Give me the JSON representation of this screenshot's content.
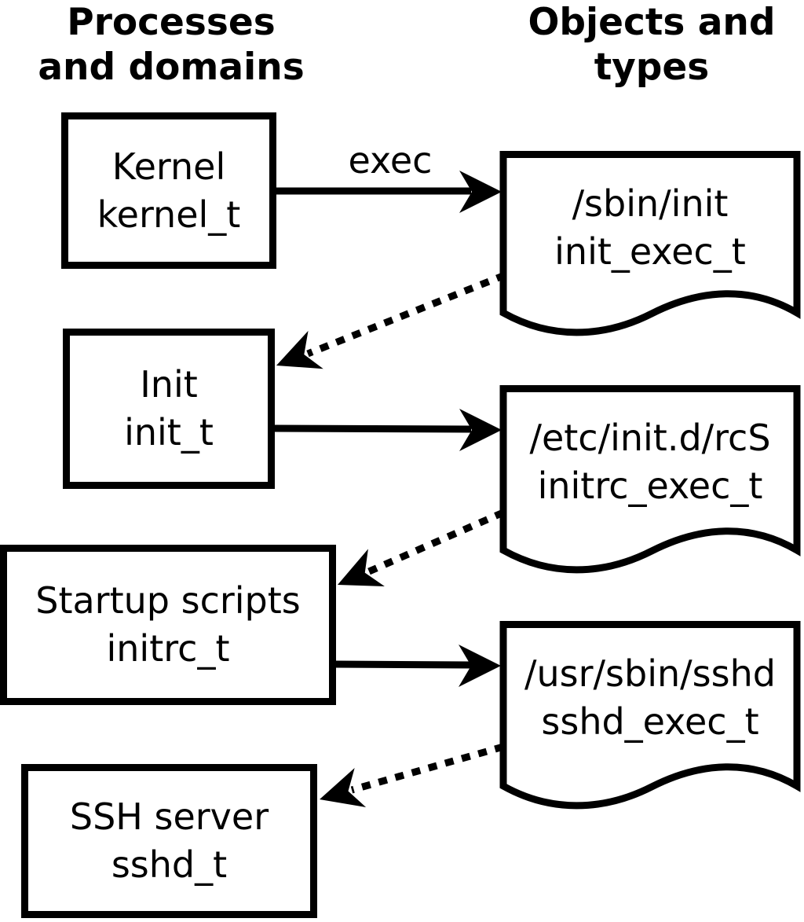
{
  "headers": {
    "processes": {
      "line1": "Processes",
      "line2": "and domains"
    },
    "objects": {
      "line1": "Objects and",
      "line2": "types"
    }
  },
  "edge_labels": {
    "exec": "exec"
  },
  "process_nodes": [
    {
      "name": "Kernel",
      "type": "kernel_t"
    },
    {
      "name": "Init",
      "type": "init_t"
    },
    {
      "name": "Startup scripts",
      "type": "initrc_t"
    },
    {
      "name": "SSH server",
      "type": "sshd_t"
    }
  ],
  "object_nodes": [
    {
      "path": "/sbin/init",
      "type": "init_exec_t"
    },
    {
      "path": "/etc/init.d/rcS",
      "type": "initrc_exec_t"
    },
    {
      "path": "/usr/sbin/sshd",
      "type": "sshd_exec_t"
    }
  ],
  "edges": [
    {
      "from": "Kernel (kernel_t)",
      "to": "/sbin/init (init_exec_t)",
      "style": "solid",
      "label": "exec"
    },
    {
      "from": "/sbin/init (init_exec_t)",
      "to": "Init (init_t)",
      "style": "dotted",
      "label": ""
    },
    {
      "from": "Init (init_t)",
      "to": "/etc/init.d/rcS (initrc_exec_t)",
      "style": "solid",
      "label": ""
    },
    {
      "from": "/etc/init.d/rcS (initrc_exec_t)",
      "to": "Startup scripts (initrc_t)",
      "style": "dotted",
      "label": ""
    },
    {
      "from": "Startup scripts (initrc_t)",
      "to": "/usr/sbin/sshd (sshd_exec_t)",
      "style": "solid",
      "label": ""
    },
    {
      "from": "/usr/sbin/sshd (sshd_exec_t)",
      "to": "SSH server (sshd_t)",
      "style": "dotted",
      "label": ""
    }
  ],
  "colors": {
    "foreground": "#000000",
    "background": "#ffffff"
  }
}
